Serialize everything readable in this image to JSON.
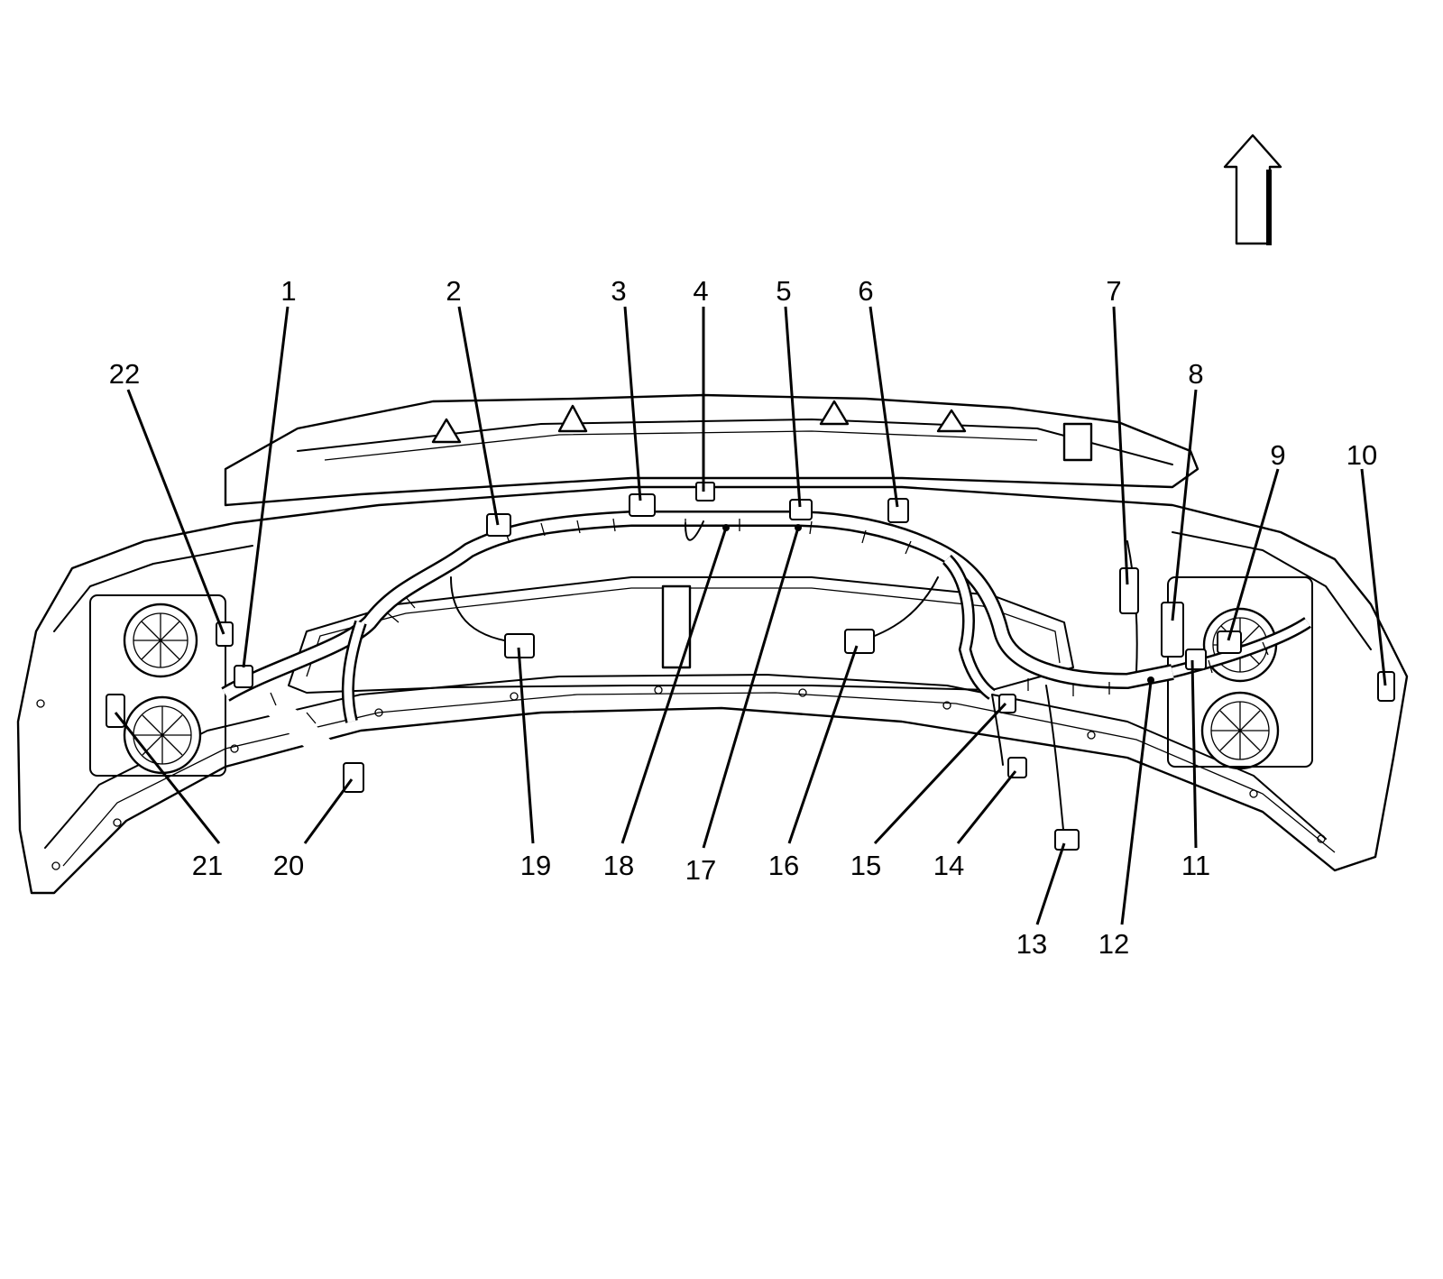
{
  "callouts": [
    {
      "id": "1",
      "label": "1"
    },
    {
      "id": "2",
      "label": "2"
    },
    {
      "id": "3",
      "label": "3"
    },
    {
      "id": "4",
      "label": "4"
    },
    {
      "id": "5",
      "label": "5"
    },
    {
      "id": "6",
      "label": "6"
    },
    {
      "id": "7",
      "label": "7"
    },
    {
      "id": "8",
      "label": "8"
    },
    {
      "id": "9",
      "label": "9"
    },
    {
      "id": "10",
      "label": "10"
    },
    {
      "id": "11",
      "label": "11"
    },
    {
      "id": "12",
      "label": "12"
    },
    {
      "id": "13",
      "label": "13"
    },
    {
      "id": "14",
      "label": "14"
    },
    {
      "id": "15",
      "label": "15"
    },
    {
      "id": "16",
      "label": "16"
    },
    {
      "id": "17",
      "label": "17"
    },
    {
      "id": "18",
      "label": "18"
    },
    {
      "id": "19",
      "label": "19"
    },
    {
      "id": "20",
      "label": "20"
    },
    {
      "id": "21",
      "label": "21"
    },
    {
      "id": "22",
      "label": "22"
    }
  ],
  "orientation_arrow": {
    "icon": "up-arrow-icon",
    "meaning": "front-of-vehicle"
  },
  "colors": {
    "ink": "#000000",
    "paper": "#ffffff"
  }
}
